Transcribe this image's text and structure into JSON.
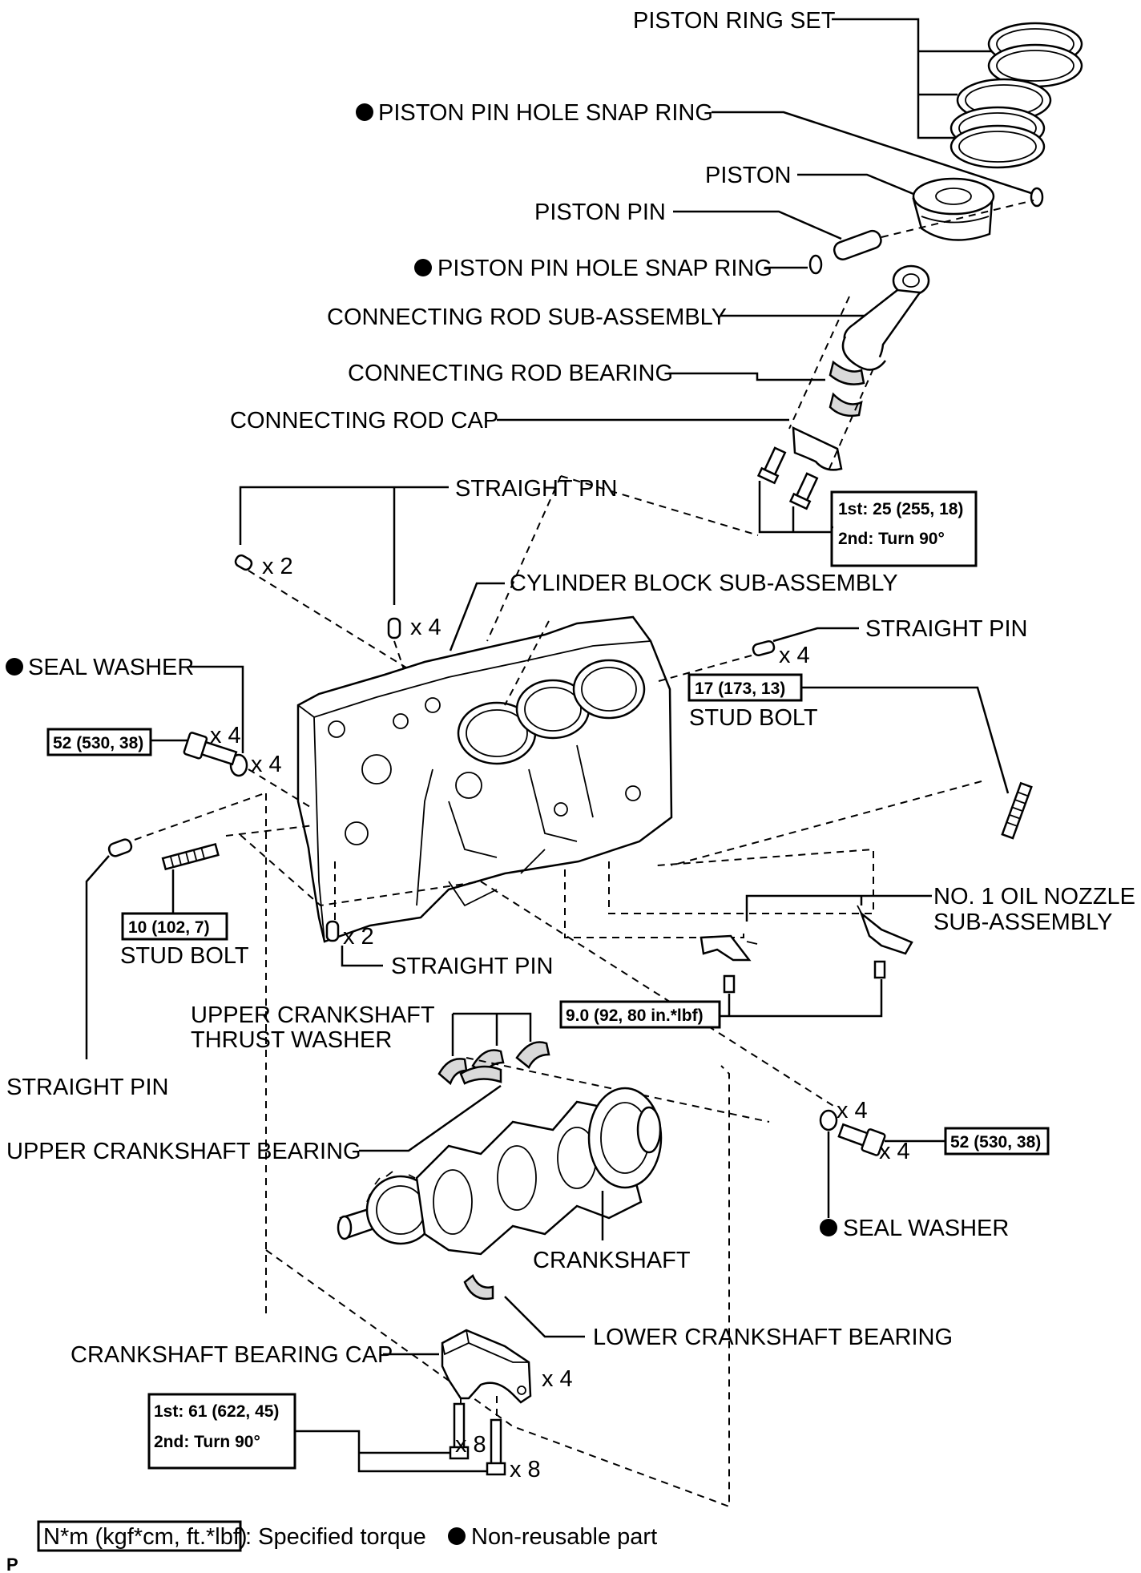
{
  "labels": {
    "piston_ring_set": "PISTON RING SET",
    "snap_ring_top": "PISTON PIN HOLE SNAP RING",
    "piston": "PISTON",
    "piston_pin": "PISTON PIN",
    "snap_ring_bottom": "PISTON PIN HOLE SNAP RING",
    "con_rod_sub": "CONNECTING ROD SUB-ASSEMBLY",
    "con_rod_bearing": "CONNECTING ROD BEARING",
    "con_rod_cap": "CONNECTING ROD CAP",
    "straight_pin_top": "STRAIGHT PIN",
    "cyl_block": "CYLINDER BLOCK SUB-ASSEMBLY",
    "straight_pin_right": "STRAIGHT PIN",
    "seal_washer_left": "SEAL WASHER",
    "stud_bolt_right": "STUD BOLT",
    "stud_bolt_left": "STUD BOLT",
    "straight_pin_mid": "STRAIGHT PIN",
    "oil_nozzle_1": "NO. 1 OIL NOZZLE",
    "oil_nozzle_2": "SUB-ASSEMBLY",
    "thrust_washer_1": "UPPER CRANKSHAFT",
    "thrust_washer_2": "THRUST WASHER",
    "straight_pin_left": "STRAIGHT PIN",
    "upper_bearing": "UPPER CRANKSHAFT BEARING",
    "crankshaft": "CRANKSHAFT",
    "seal_washer_right": "SEAL WASHER",
    "lower_bearing": "LOWER CRANKSHAFT BEARING",
    "bearing_cap": "CRANKSHAFT BEARING CAP"
  },
  "quantities": {
    "pin_top_left": "x 2",
    "pin_top_center": "x 4",
    "pin_right": "x 4",
    "bolt_left": "x 4",
    "washer_left": "x 4",
    "pin_mid": "x 2",
    "washer_right": "x 4",
    "bolt_right": "x 4",
    "cap": "x 4",
    "cap_bolt_a": "x 8",
    "cap_bolt_b": "x 8"
  },
  "torques": {
    "con_rod_1": "1st: 25 (255, 18)",
    "con_rod_2": "2nd: Turn 90°",
    "stud_right": "17 (173, 13)",
    "bolt_left": "52 (530, 38)",
    "stud_left": "10 (102, 7)",
    "oil_nozzle": "9.0 (92, 80 in.*lbf)",
    "bolt_right": "52 (530, 38)",
    "cap_1": "1st: 61 (622, 45)",
    "cap_2": "2nd: Turn 90°"
  },
  "legend": {
    "torque_unit": "N*m (kgf*cm, ft.*lbf)",
    "torque_desc": ": Specified torque",
    "nonreusable": "Non-reusable part"
  },
  "corner_mark": "P"
}
